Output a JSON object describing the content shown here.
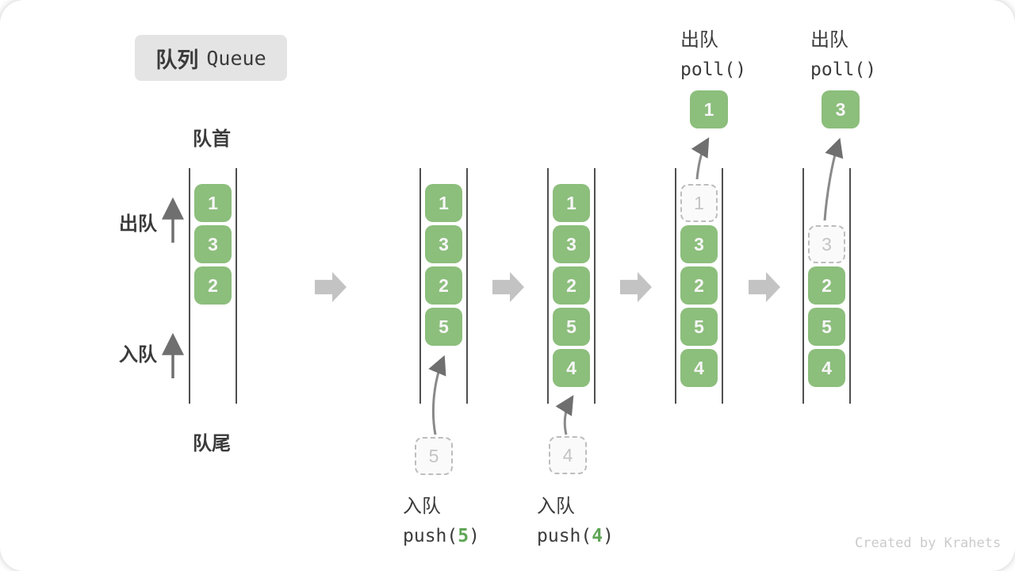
{
  "title": {
    "zh": "队列",
    "en": "Queue"
  },
  "side_labels": {
    "front": "队首",
    "rear": "队尾",
    "dequeue": "出队",
    "enqueue": "入队"
  },
  "ops": {
    "push5": {
      "zh": "入队",
      "pre": "push(",
      "arg": "5",
      "post": ")"
    },
    "push4": {
      "zh": "入队",
      "pre": "push(",
      "arg": "4",
      "post": ")"
    },
    "poll1": {
      "zh": "出队",
      "fn": "poll()"
    },
    "poll3": {
      "zh": "出队",
      "fn": "poll()"
    }
  },
  "states": [
    {
      "items": [
        "1",
        "3",
        "2"
      ]
    },
    {
      "items": [
        "1",
        "3",
        "2",
        "5"
      ],
      "incoming": "5"
    },
    {
      "items": [
        "1",
        "3",
        "2",
        "5",
        "4"
      ],
      "incoming": "4"
    },
    {
      "ghost": "1",
      "items": [
        "3",
        "2",
        "5",
        "4"
      ],
      "outgoing": "1"
    },
    {
      "ghost": "3",
      "items": [
        "2",
        "5",
        "4"
      ],
      "outgoing": "3"
    }
  ],
  "colors": {
    "green": "#8CBE7C",
    "accent_green": "#5FA657",
    "title_bg": "#e4e4e4"
  },
  "watermark": "Created by Krahets"
}
